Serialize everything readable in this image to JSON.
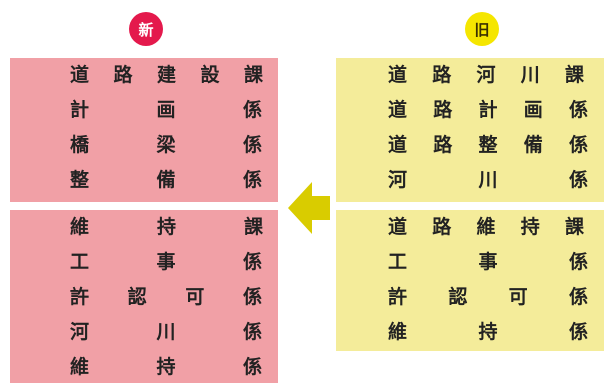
{
  "labels": {
    "new": "新",
    "old": "旧"
  },
  "new_org": {
    "group1": {
      "head": [
        "道",
        "路",
        "建",
        "設",
        "課"
      ],
      "rows": [
        [
          "計",
          "画",
          "係"
        ],
        [
          "橋",
          "梁",
          "係"
        ],
        [
          "整",
          "備",
          "係"
        ]
      ]
    },
    "group2": {
      "head": [
        "維",
        "持",
        "課"
      ],
      "rows": [
        [
          "工",
          "事",
          "係"
        ],
        [
          "許",
          "認",
          "可",
          "係"
        ],
        [
          "河",
          "川",
          "係"
        ],
        [
          "維",
          "持",
          "係"
        ]
      ]
    }
  },
  "old_org": {
    "group1": {
      "head": [
        "道",
        "路",
        "河",
        "川",
        "課"
      ],
      "rows": [
        [
          "道",
          "路",
          "計",
          "画",
          "係"
        ],
        [
          "道",
          "路",
          "整",
          "備",
          "係"
        ],
        [
          "河",
          "川",
          "係"
        ]
      ]
    },
    "group2": {
      "head": [
        "道",
        "路",
        "維",
        "持",
        "課"
      ],
      "rows": [
        [
          "工",
          "事",
          "係"
        ],
        [
          "許",
          "認",
          "可",
          "係"
        ],
        [
          "維",
          "持",
          "係"
        ]
      ]
    }
  },
  "colors": {
    "new_badge": "#e4194c",
    "old_badge": "#f5e600",
    "new_block": "#f1a0a6",
    "old_block": "#f4ec9a",
    "arrow": "#d9cc00"
  },
  "arrow_icon": "arrow-left-icon"
}
